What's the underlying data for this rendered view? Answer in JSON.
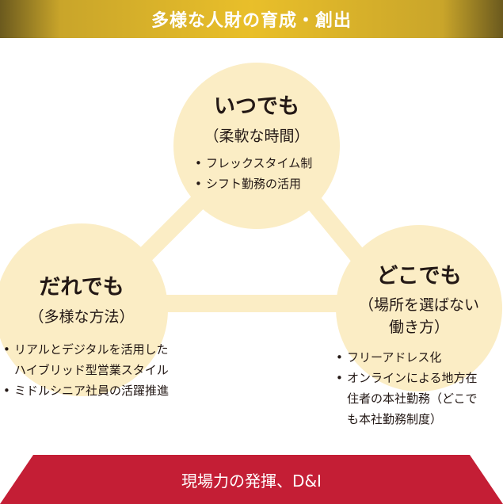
{
  "header": {
    "title": "多様な人財の育成・創出"
  },
  "nodes": {
    "anytime": {
      "title": "いつでも",
      "subtitle": "（柔軟な時間）",
      "bullets": [
        "フレックスタイム制",
        "シフト勤務の活用"
      ]
    },
    "anyone": {
      "title": "だれでも",
      "subtitle": "（多様な方法）",
      "bullets": [
        "リアルとデジタルを活用した",
        "ハイブリッド型営業スタイル",
        "ミドルシニア社員の活躍推進"
      ]
    },
    "anywhere": {
      "title": "どこでも",
      "subtitle_line1": "（場所を選ばない",
      "subtitle_line2": "働き方）",
      "bullets": [
        "フリーアドレス化",
        "オンラインによる地方在",
        "住者の本社勤務（どこで",
        "も本社勤務制度）"
      ]
    }
  },
  "footer": {
    "label": "現場力の発揮、D&I"
  },
  "colors": {
    "banner_gold": "#e9bf2a",
    "circle_fill": "#fbedc5",
    "footer_red": "#c41e35"
  }
}
